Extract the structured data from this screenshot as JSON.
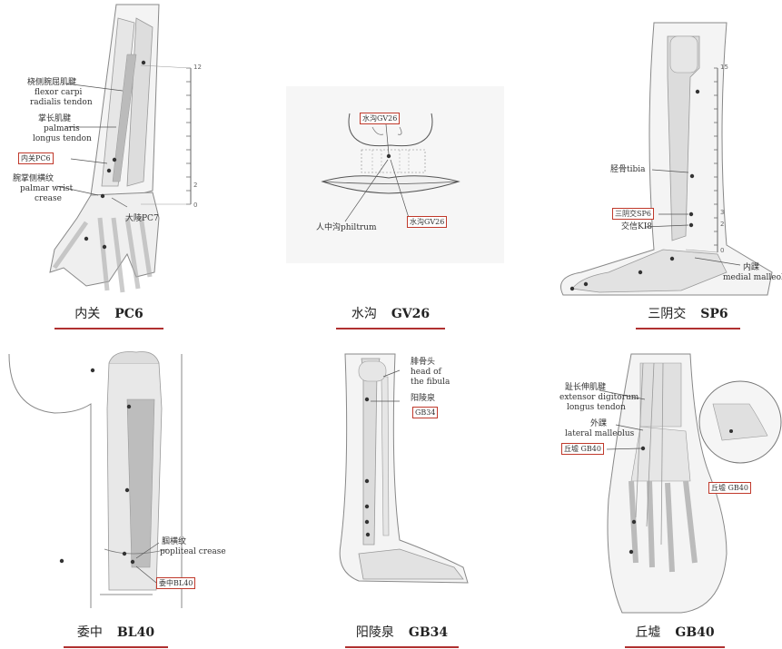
{
  "panels": {
    "pc6": {
      "caption_cn": "内关",
      "caption_code": "PC6",
      "labels": {
        "fcr_cn": "桡侧腕屈肌腱",
        "fcr_en1": "flexor carpi",
        "fcr_en2": "radialis tendon",
        "pl_cn": "掌长肌腱",
        "pl_en1": "palmaris",
        "pl_en2": "longus tendon",
        "point": "内关PC6",
        "crease_cn": "腕掌侧横纹",
        "crease_en1": "palmar wrist",
        "crease_en2": "crease",
        "pc7": "大陵PC7"
      },
      "ticks": {
        "top": "12",
        "mid": "2",
        "bottom": "0"
      }
    },
    "gv26": {
      "caption_cn": "水沟",
      "caption_code": "GV26",
      "labels": {
        "point_top": "水沟GV26",
        "philtrum": "人中沟philtrum",
        "point_bottom": "水沟GV26"
      }
    },
    "sp6": {
      "caption_cn": "三阴交",
      "caption_code": "SP6",
      "labels": {
        "tibia": "胫骨tibia",
        "point": "三阴交SP6",
        "ki8": "交信KI8",
        "malleolus_cn": "内踝",
        "malleolus_en": "medial malleolus"
      },
      "ticks": {
        "top": "15",
        "t3": "3",
        "t2": "2",
        "bottom": "0"
      }
    },
    "bl40": {
      "caption_cn": "委中",
      "caption_code": "BL40",
      "labels": {
        "crease_cn": "腘横纹",
        "crease_en": "popliteal crease",
        "point": "委中BL40"
      }
    },
    "gb34": {
      "caption_cn": "阳陵泉",
      "caption_code": "GB34",
      "labels": {
        "head_cn": "腓骨头",
        "head_en1": "head of",
        "head_en2": "the fibula",
        "point_cn": "阳陵泉",
        "point": "GB34"
      }
    },
    "gb40": {
      "caption_cn": "丘墟",
      "caption_code": "GB40",
      "labels": {
        "edl_cn": "趾长伸肌腱",
        "edl_en1": "extensor digitorum",
        "edl_en2": "longus tendon",
        "lm_cn": "外踝",
        "lm_en": "lateral malleolus",
        "point": "丘墟 GB40",
        "point_inset": "丘墟 GB40"
      }
    }
  },
  "colors": {
    "accent": "#c0392b",
    "bone": "#d8d8d8",
    "outline": "#777777"
  }
}
